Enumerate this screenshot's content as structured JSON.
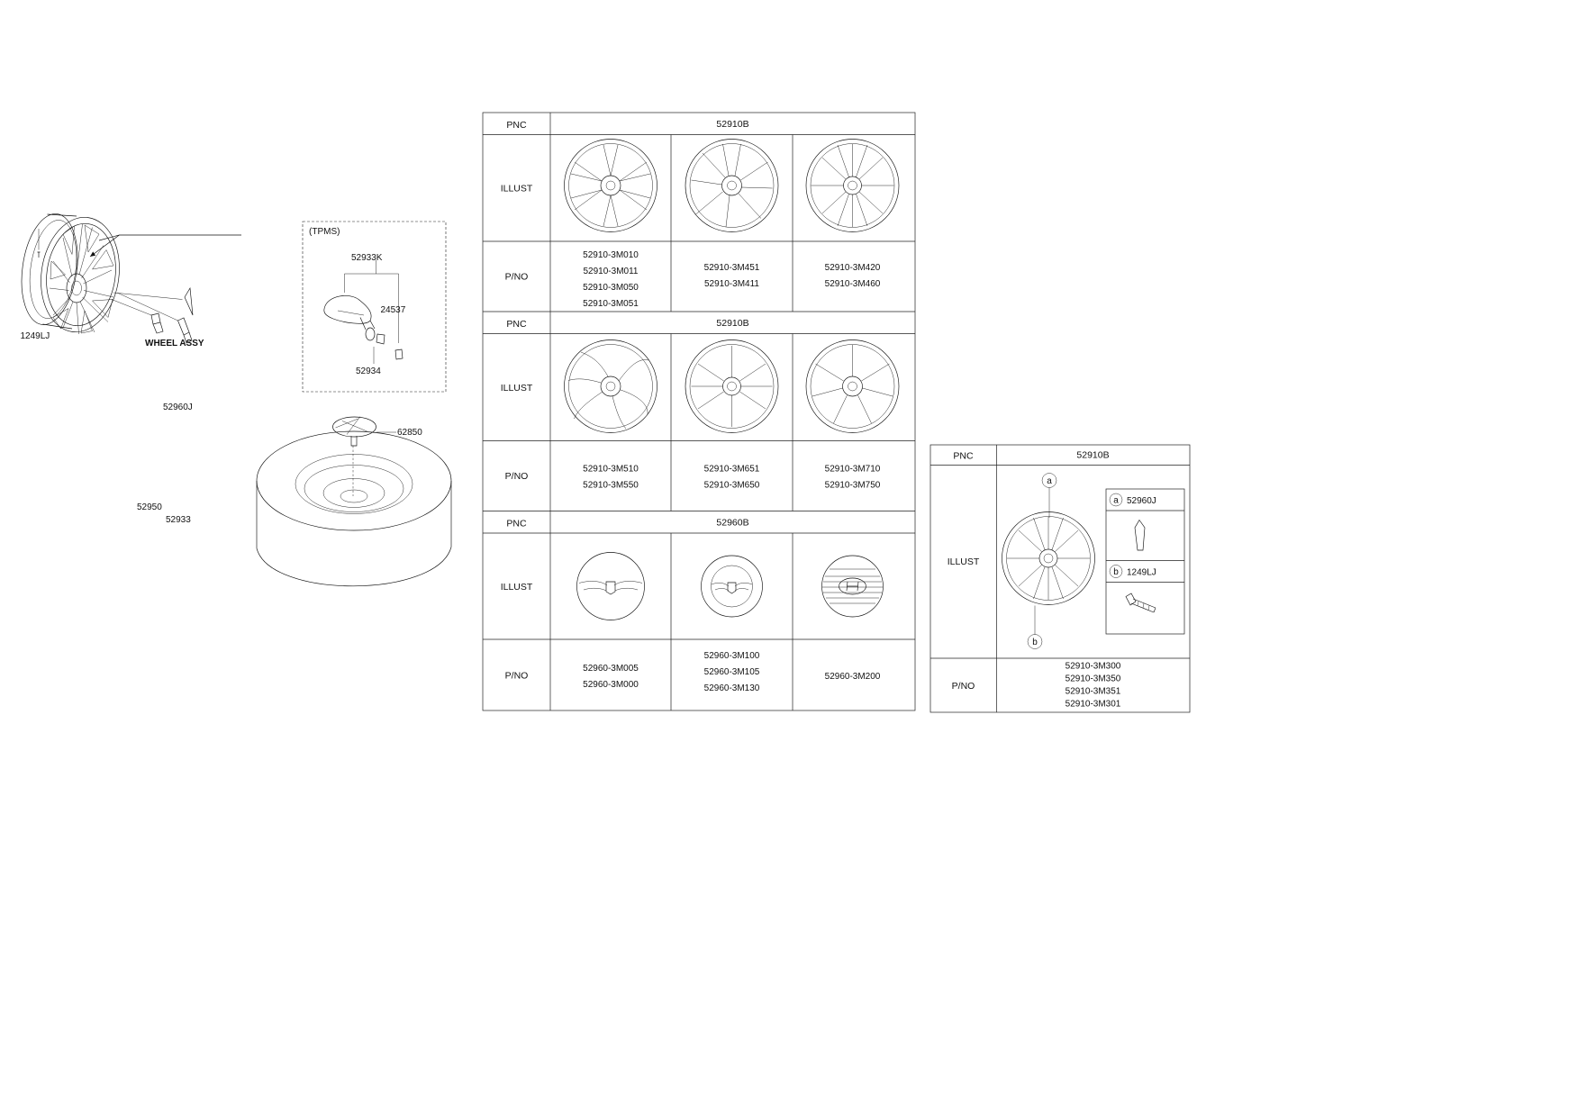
{
  "left_diagram": {
    "wheel_assy_label": "WHEEL ASSY",
    "callouts": {
      "bolt": "1249LJ",
      "emblem": "52960J",
      "nut": "52950",
      "valve": "52933"
    }
  },
  "tpms_box": {
    "title": "(TPMS)",
    "sensor_assy": "52933K",
    "cap": "24537",
    "valve": "52934"
  },
  "spare_tire": {
    "carrier_bolt": "62850"
  },
  "main_table": {
    "row_labels": {
      "pnc": "PNC",
      "illust": "ILLUST",
      "pno": "P/NO"
    },
    "sections": [
      {
        "pnc": "52910B",
        "cells": [
          {
            "illust": "alloy-wheel-10-spoke-icon",
            "pno": [
              "52910-3M010",
              "52910-3M011",
              "52910-3M050",
              "52910-3M051"
            ]
          },
          {
            "illust": "alloy-wheel-split-spoke-icon",
            "pno": [
              "52910-3M451",
              "52910-3M411"
            ]
          },
          {
            "illust": "alloy-wheel-multi-spoke-icon",
            "pno": [
              "52910-3M420",
              "52910-3M460"
            ]
          }
        ]
      },
      {
        "pnc": "52910B",
        "cells": [
          {
            "illust": "alloy-wheel-twist-spoke-icon",
            "pno": [
              "52910-3M510",
              "52910-3M550"
            ]
          },
          {
            "illust": "alloy-wheel-petal-icon",
            "pno": [
              "52910-3M651",
              "52910-3M650"
            ]
          },
          {
            "illust": "alloy-wheel-window-icon",
            "pno": [
              "52910-3M710",
              "52910-3M750"
            ]
          }
        ]
      },
      {
        "pnc": "52960B",
        "cells": [
          {
            "illust": "center-cap-genesis-wing-icon",
            "pno": [
              "52960-3M005",
              "52960-3M000"
            ]
          },
          {
            "illust": "center-cap-genesis-wing-small-icon",
            "pno": [
              "52960-3M100",
              "52960-3M105",
              "52960-3M130"
            ]
          },
          {
            "illust": "center-cap-hyundai-icon",
            "pno": [
              "52960-3M200"
            ]
          }
        ]
      }
    ]
  },
  "side_table": {
    "pnc_label": "PNC",
    "illust_label": "ILLUST",
    "pno_label": "P/NO",
    "pnc": "52910B",
    "callout_a": "a",
    "callout_b": "b",
    "part_a_number": "52960J",
    "part_b_number": "1249LJ",
    "pno": [
      "52910-3M300",
      "52910-3M350",
      "52910-3M351",
      "52910-3M301"
    ]
  }
}
